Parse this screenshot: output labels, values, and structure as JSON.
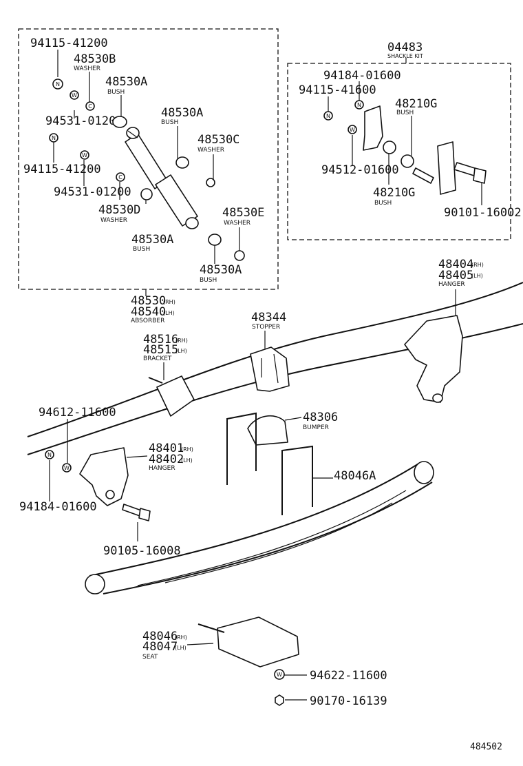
{
  "diagram_id": "484502",
  "shock_box": {
    "labels": [
      {
        "part": "94115-41200",
        "name": ""
      },
      {
        "part": "48530B",
        "name": "WASHER"
      },
      {
        "part": "48530A",
        "name": "BUSH"
      },
      {
        "part": "94531-01200",
        "name": ""
      },
      {
        "part": "48530A",
        "name": "BUSH"
      },
      {
        "part": "48530C",
        "name": "WASHER"
      },
      {
        "part": "94115-41200",
        "name": ""
      },
      {
        "part": "94531-01200",
        "name": ""
      },
      {
        "part": "48530D",
        "name": "WASHER"
      },
      {
        "part": "48530E",
        "name": "WASHER"
      },
      {
        "part": "48530A",
        "name": "BUSH"
      },
      {
        "part": "48530A",
        "name": "BUSH"
      }
    ]
  },
  "absorber": {
    "part_rh": "48530",
    "part_lh": "48540",
    "rh": "(RH)",
    "lh": "(LH)",
    "name": "ABSORBER"
  },
  "shackle_kit": {
    "part": "04483",
    "name": "SHACKLE KIT",
    "labels": [
      {
        "part": "94184-01600",
        "name": ""
      },
      {
        "part": "94115-41600",
        "name": ""
      },
      {
        "part": "48210G",
        "name": "BUSH"
      },
      {
        "part": "94512-01600",
        "name": ""
      },
      {
        "part": "48210G",
        "name": "BUSH"
      },
      {
        "part": "90101-16002",
        "name": ""
      }
    ]
  },
  "hanger_rear": {
    "part_rh": "48404",
    "part_lh": "48405",
    "rh": "(RH)",
    "lh": "(LH)",
    "name": "HANGER"
  },
  "stopper": {
    "part": "48344",
    "name": "STOPPER"
  },
  "bracket": {
    "part_rh": "48516",
    "part_lh": "48515",
    "rh": "(RH)",
    "lh": "(LH)",
    "name": "BRACKET"
  },
  "bumper": {
    "part": "48306",
    "name": "BUMPER"
  },
  "hanger_front": {
    "part_rh": "48401",
    "part_lh": "48402",
    "rh": "(RH)",
    "lh": "(LH)",
    "name": "HANGER"
  },
  "u_bolt": {
    "part": "48046A"
  },
  "washer_front": {
    "part": "94612-11600"
  },
  "nut_front": {
    "part": "94184-01600"
  },
  "bolt_front": {
    "part": "90105-16008"
  },
  "seat": {
    "part_rh": "48046",
    "part_lh": "48047",
    "rh": "(RH)",
    "lh": "(LH)",
    "name": "SEAT"
  },
  "seat_washer": {
    "part": "94622-11600"
  },
  "seat_nut": {
    "part": "90170-16139"
  },
  "symbols": {
    "n": "N",
    "w": "W",
    "c": "C"
  }
}
